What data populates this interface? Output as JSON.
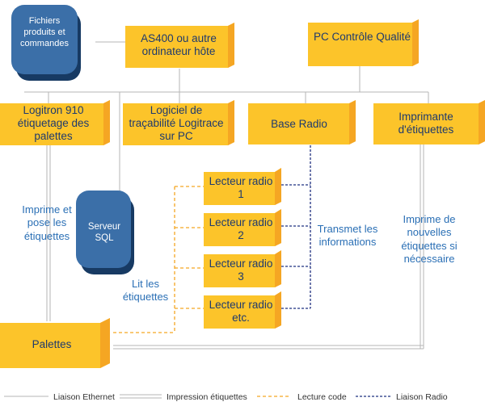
{
  "nodes": {
    "fichiers": "Fichiers produits et commandes",
    "as400": "AS400 ou autre ordinateur hôte",
    "pc": "PC Contrôle Qualité",
    "logitron": "Logitron 910 étiquetage des palettes",
    "logiciel": "Logiciel de traçabilité Logitrace sur PC",
    "base_radio": "Base Radio",
    "imprimante": "Imprimante d'étiquettes",
    "serveur": "Serveur SQL",
    "lecteur1": "Lecteur radio 1",
    "lecteur2": "Lecteur radio 2",
    "lecteur3": "Lecteur radio 3",
    "lecteur_etc": "Lecteur radio etc.",
    "palettes": "Palettes"
  },
  "annotations": {
    "imprime_pose": "Imprime et pose les étiquettes",
    "lit": "Lit les étiquettes",
    "transmet": "Transmet les informations",
    "imprime_nouvelles": "Imprime de nouvelles étiquettes si nécessaire"
  },
  "legend": {
    "ethernet": "Liaison Ethernet",
    "impression": "Impression étiquettes",
    "lecture": "Lecture code",
    "radio": "Liaison Radio"
  },
  "colors": {
    "box_fill": "#fcc42a",
    "box_shade": "#f5a623",
    "db_fill": "#3b6fa8",
    "db_dark": "#173a63",
    "ethernet_line": "#b0b0b0",
    "lecture_line": "#f5a623",
    "radio_line": "#1f3080",
    "text_blue": "#2a6fb5"
  }
}
